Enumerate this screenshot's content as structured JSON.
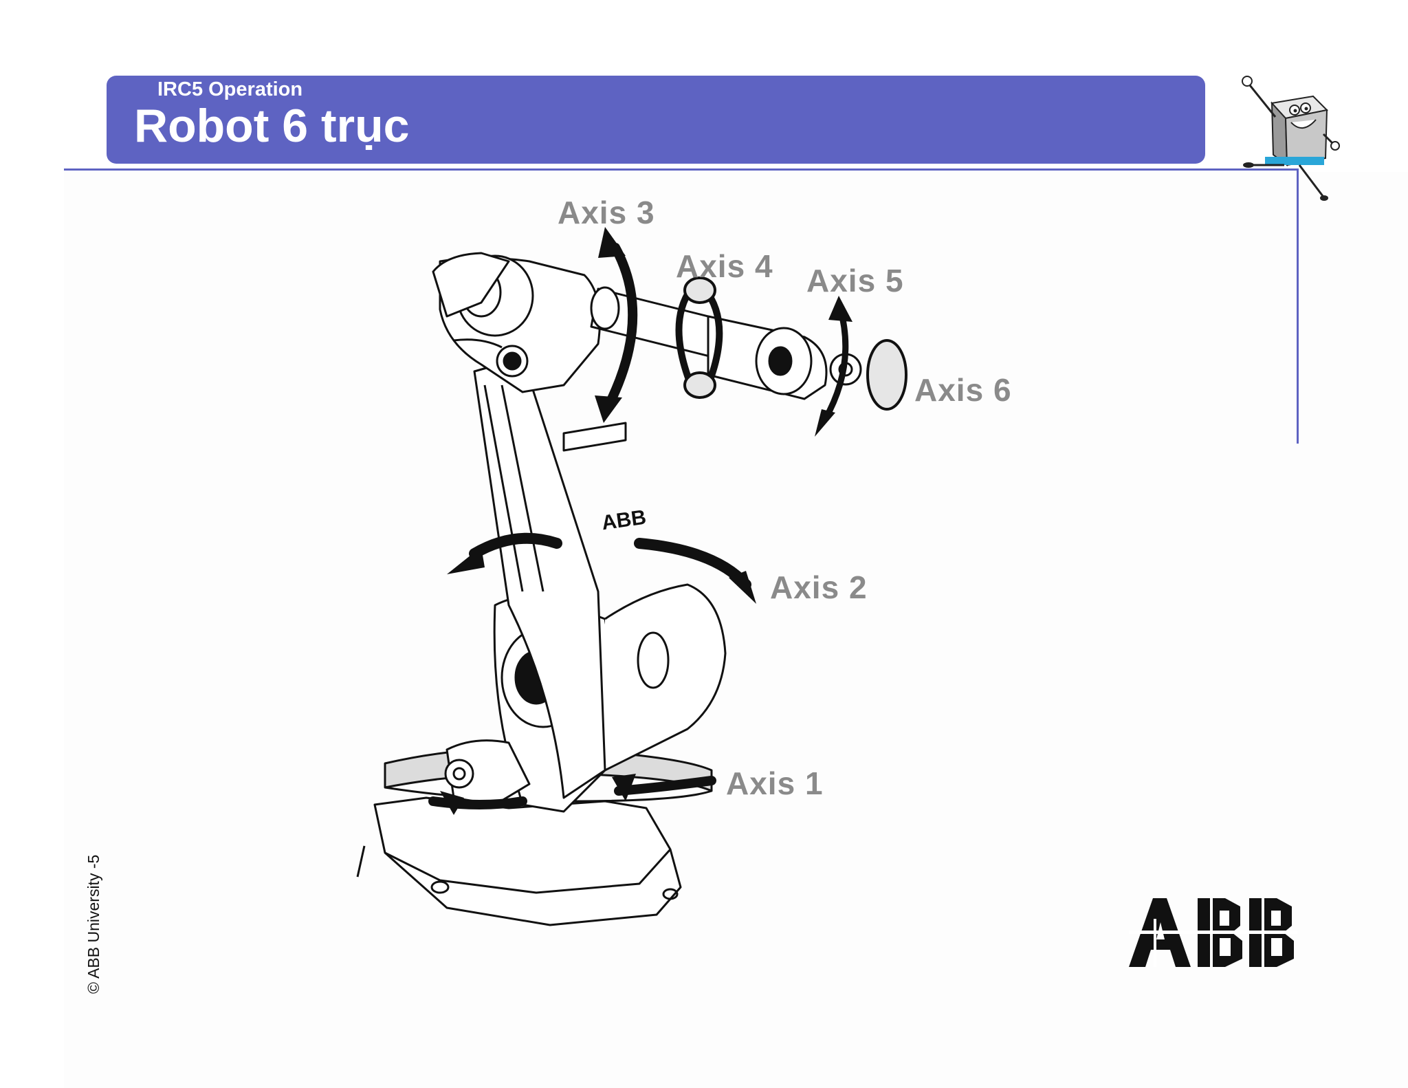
{
  "header": {
    "subtitle": "IRC5 Operation",
    "title": "Robot 6 trục"
  },
  "diagram": {
    "axis_labels": [
      "Axis 3",
      "Axis 4",
      "Axis 5",
      "Axis 6",
      "Axis 2",
      "Axis 1"
    ],
    "robot_badge": "ABB"
  },
  "footer": {
    "copyright": "© ABB University -5"
  },
  "brand": {
    "logo_text": "ABB",
    "accent_color": "#5e63c2"
  }
}
